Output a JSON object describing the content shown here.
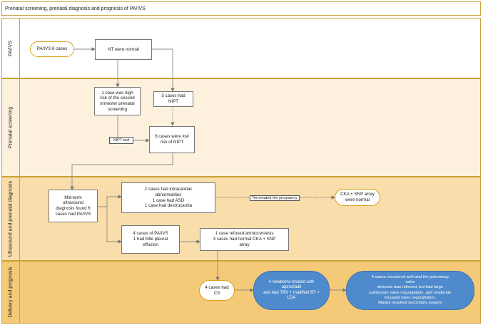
{
  "title": "Prenatal screening, prenatal diagnosis and prognosis of PA/IVS",
  "colors": {
    "border": "#c9a23a",
    "lane_pa_ivs": "#ffffff",
    "lane_prenatal_screening": "#fdf0dc",
    "lane_ultrasound": "#f9ddaa",
    "lane_delivery": "#f4c978",
    "accent_pill": "#d9a21f",
    "blue_node": "#4f8bcc"
  },
  "lanes": [
    {
      "label": "PA/IVS"
    },
    {
      "label": "Prenatal screening"
    },
    {
      "label": "Ultrasound and prenatal diagnosis"
    },
    {
      "label": "Delivery and prognosis"
    }
  ],
  "nodes": {
    "pa_ivs_cases": "PA/IVS 6 cases",
    "nt_normal": "NT were normal",
    "high_risk": "1 case was high\nrisk of the second\ntrimester prenatal\nscreening",
    "five_nipt": "5 cases had\nNIPT",
    "six_low_risk": "6 cases were low\nrisk of NIPT",
    "midterm": "Mid-term\nultrasound\ndiagnosis found 6\ncases had PA/IVS",
    "intracardiac": "2 cases had intracardiac\nabnormalities\n1 case had ASD\n1 case had dextrocardia",
    "cka_normal": "CKA + SNP array\nwere normal",
    "pleural": "4 cases of PA/IVS\n1 had little pleural\neffusion",
    "amnio": "1 case refused amniocentesis\n3 cases had normal CKA + SNP\narray",
    "cs": "4 cases had\nCS",
    "newborns": "4 newborns treated with\nalprostadil\nand had TBV + modified BT +\nLDA",
    "recovered": "4 cases recovered well and the pulmonary\nvalve\nstenosis was relieved, but had large\npulmonary valve regurgitation, and moderate\ntricuspid valve regurgitation.\nMaybe required secondary surgery"
  },
  "edge_labels": {
    "nipt_test": "NIPT test",
    "terminated": "Terminated the pregnancy"
  }
}
